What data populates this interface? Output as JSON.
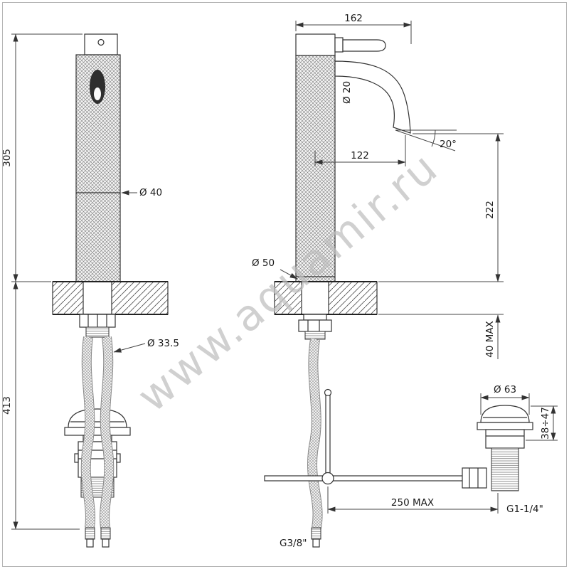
{
  "watermark": {
    "text": "www.aquamir.ru"
  },
  "front_view": {
    "dims": {
      "height_above_deck": "305",
      "height_below_deck": "413",
      "body_diameter": "Ø 40",
      "hose_diameter": "Ø 33.5"
    }
  },
  "side_view": {
    "dims": {
      "overall_depth": "162",
      "spout_diameter": "Ø 20",
      "spout_reach": "122",
      "spout_angle": "20°",
      "spout_height": "222",
      "deck_thickness_max": "40 MAX",
      "base_diameter": "Ø 50",
      "rod_reach_max": "250 MAX",
      "supply_hose_thread": "G3/8\""
    }
  },
  "pop_up_waste": {
    "dims": {
      "cap_diameter": "Ø 63",
      "height_adjust_range": "38÷47",
      "waste_thread": "G1-1/4\""
    }
  }
}
